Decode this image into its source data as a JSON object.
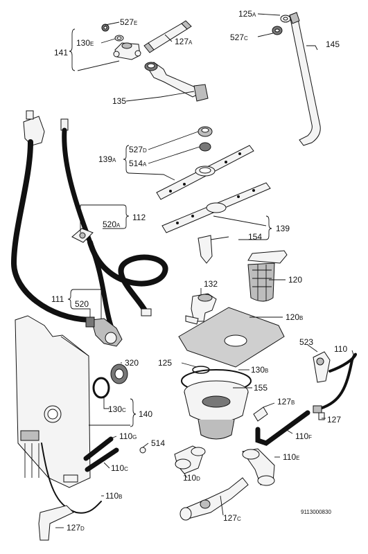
{
  "diagram_code": "9113000830",
  "labels": {
    "p527e": {
      "num": "527",
      "suf": "E"
    },
    "p130e": {
      "num": "130",
      "suf": "E"
    },
    "p141": {
      "num": "141",
      "suf": ""
    },
    "p127a": {
      "num": "127",
      "suf": "A"
    },
    "p135": {
      "num": "135",
      "suf": ""
    },
    "p125a": {
      "num": "125",
      "suf": "A"
    },
    "p527c": {
      "num": "527",
      "suf": "C"
    },
    "p145": {
      "num": "145",
      "suf": ""
    },
    "p527d": {
      "num": "527",
      "suf": "D"
    },
    "p514a": {
      "num": "514",
      "suf": "A"
    },
    "p139a": {
      "num": "139",
      "suf": "A"
    },
    "p112": {
      "num": "112",
      "suf": ""
    },
    "p520a": {
      "num": "520",
      "suf": "A"
    },
    "p139": {
      "num": "139",
      "suf": ""
    },
    "p154": {
      "num": "154",
      "suf": ""
    },
    "p120": {
      "num": "120",
      "suf": ""
    },
    "p132": {
      "num": "132",
      "suf": ""
    },
    "p111": {
      "num": "111",
      "suf": ""
    },
    "p520": {
      "num": "520",
      "suf": ""
    },
    "p120b": {
      "num": "120",
      "suf": "B"
    },
    "p523": {
      "num": "523",
      "suf": ""
    },
    "p110": {
      "num": "110",
      "suf": ""
    },
    "p320": {
      "num": "320",
      "suf": ""
    },
    "p125": {
      "num": "125",
      "suf": ""
    },
    "p130b": {
      "num": "130",
      "suf": "B"
    },
    "p155": {
      "num": "155",
      "suf": ""
    },
    "p130c": {
      "num": "130",
      "suf": "C"
    },
    "p140": {
      "num": "140",
      "suf": ""
    },
    "p127b": {
      "num": "127",
      "suf": "B"
    },
    "p127": {
      "num": "127",
      "suf": ""
    },
    "p110g": {
      "num": "110",
      "suf": "G"
    },
    "p514": {
      "num": "514",
      "suf": ""
    },
    "p110c": {
      "num": "110",
      "suf": "C"
    },
    "p110f": {
      "num": "110",
      "suf": "F"
    },
    "p110e": {
      "num": "110",
      "suf": "E"
    },
    "p110d": {
      "num": "110",
      "suf": "D"
    },
    "p110b": {
      "num": "110",
      "suf": "B"
    },
    "p127c": {
      "num": "127",
      "suf": "C"
    },
    "p127d": {
      "num": "127",
      "suf": "D"
    }
  }
}
